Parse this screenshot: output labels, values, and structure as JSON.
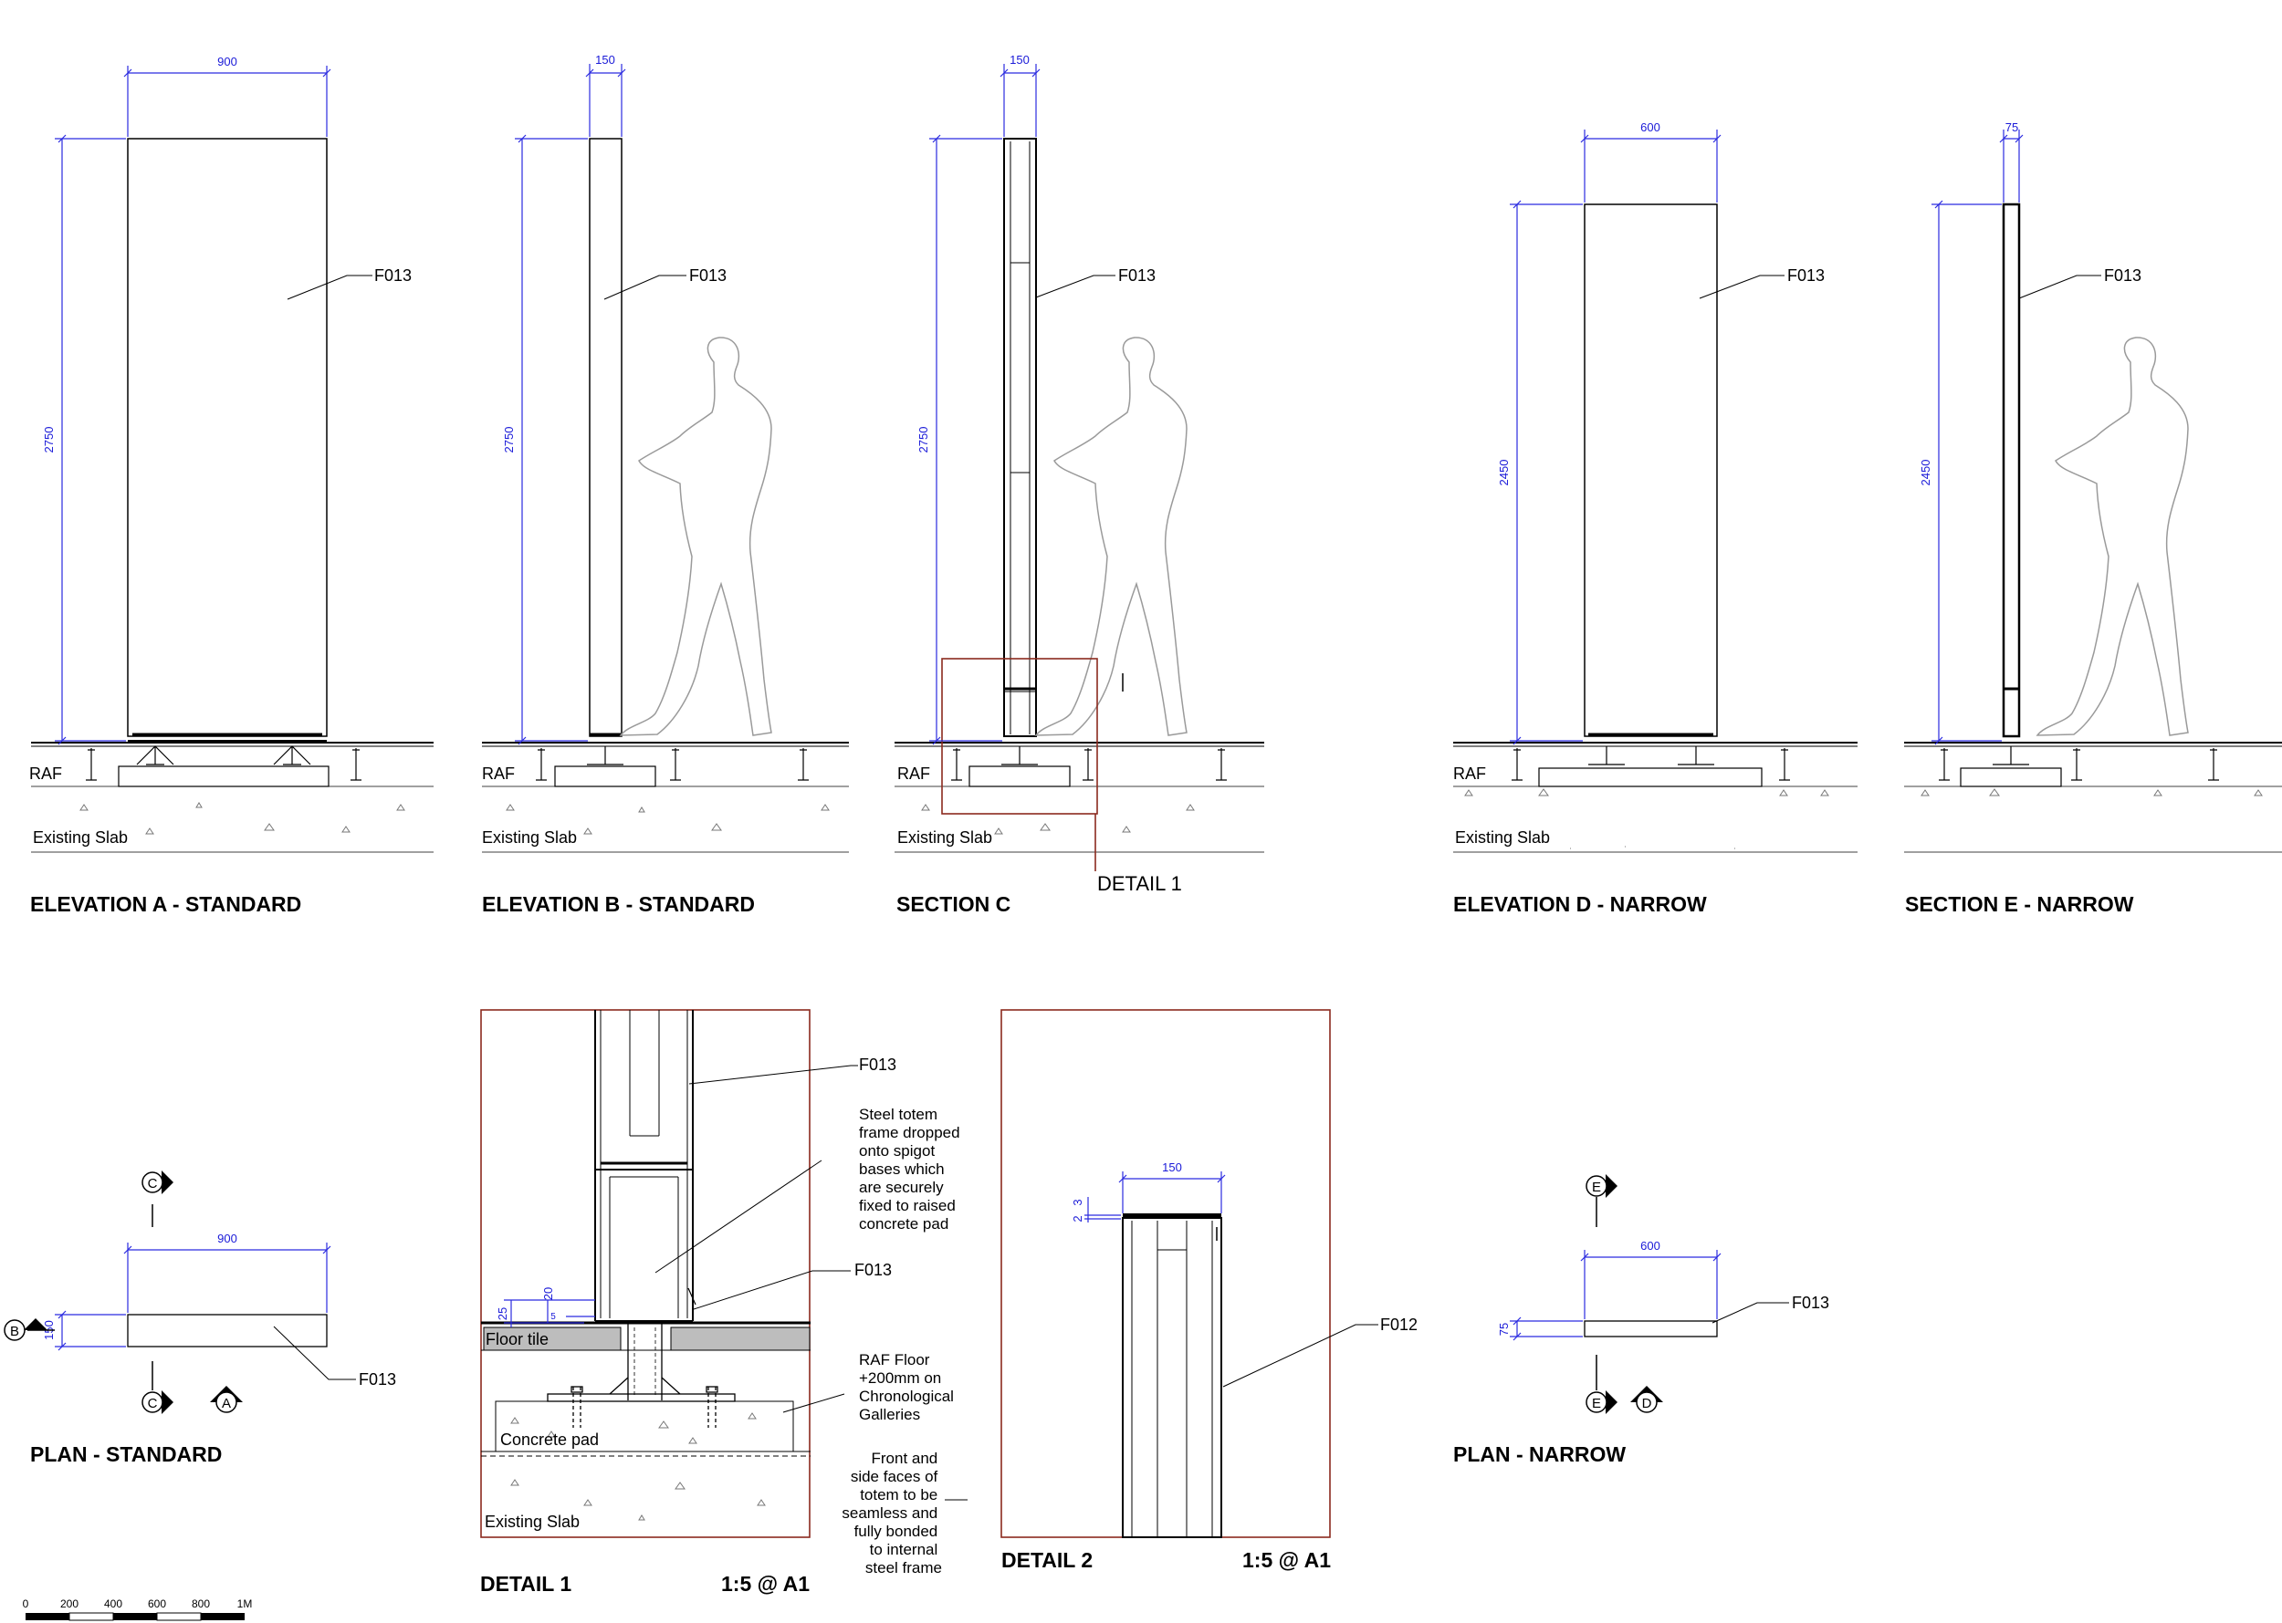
{
  "views": {
    "elev_a": {
      "title": "ELEVATION A -  STANDARD",
      "width_dim": "900",
      "height_dim": "2750",
      "finish": "F013",
      "raf": "RAF",
      "slab": "Existing Slab"
    },
    "elev_b": {
      "title": "ELEVATION B - STANDARD",
      "width_dim": "150",
      "height_dim": "2750",
      "finish": "F013",
      "raf": "RAF",
      "slab": "Existing Slab"
    },
    "sect_c": {
      "title": "SECTION C",
      "width_dim": "150",
      "height_dim": "2750",
      "finish": "F013",
      "raf": "RAF",
      "slab": "Existing Slab",
      "detail_callout": "DETAIL 1"
    },
    "elev_d": {
      "title": "ELEVATION D - NARROW",
      "width_dim": "600",
      "height_dim": "2450",
      "finish": "F013",
      "raf": "RAF",
      "slab": "Existing Slab"
    },
    "sect_e": {
      "title": "SECTION E - NARROW",
      "width_dim": "75",
      "height_dim": "2450",
      "finish": "F013"
    }
  },
  "plans": {
    "standard": {
      "title": "PLAN -  STANDARD",
      "width_dim": "900",
      "depth_dim": "150",
      "finish": "F013",
      "markers": [
        "C",
        "B",
        "C",
        "A"
      ]
    },
    "narrow": {
      "title": "PLAN - NARROW",
      "width_dim": "600",
      "depth_dim": "75",
      "finish": "F013",
      "markers": [
        "E",
        "E",
        "D"
      ]
    }
  },
  "detail1": {
    "title": "DETAIL 1",
    "scale": "1:5 @ A1",
    "dims": [
      "25",
      "20",
      "5"
    ],
    "labels": {
      "floor_tile": "Floor tile",
      "concrete_pad": "Concrete pad",
      "slab": "Existing Slab"
    },
    "notes": {
      "finish_top": "F013",
      "frame": [
        "Steel totem",
        "frame dropped",
        "onto spigot",
        "bases which",
        "are securely",
        "fixed to raised",
        "concrete pad"
      ],
      "finish_mid": "F013",
      "raf": [
        "RAF Floor",
        "+200mm on",
        "Chronological",
        "Galleries"
      ],
      "faces": [
        "Front and",
        "side faces of",
        "totem to be",
        "seamless and",
        "fully bonded",
        "to internal",
        "steel frame"
      ]
    }
  },
  "detail2": {
    "title": "DETAIL 2",
    "scale": "1:5 @ A1",
    "width_dim": "150",
    "small_dims": [
      "2",
      "3"
    ],
    "finish": "F012"
  },
  "scale_bar": {
    "ticks": [
      "0",
      "200",
      "400",
      "600",
      "800",
      "1M"
    ]
  },
  "colors": {
    "dimension": "#2a2ae0",
    "detail_box": "#8b2a1e",
    "person": "#9a9a9a"
  }
}
